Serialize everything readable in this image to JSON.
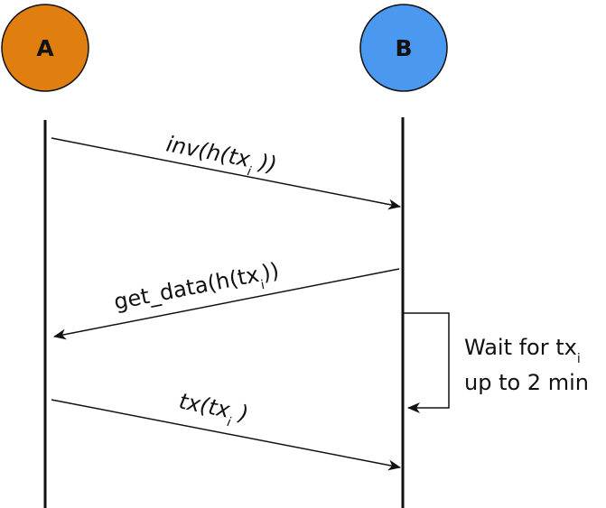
{
  "participants": [
    {
      "id": "A",
      "label": "A",
      "color": "#e07f10"
    },
    {
      "id": "B",
      "label": "B",
      "color": "#4a98ef"
    }
  ],
  "messages": [
    {
      "id": "inv",
      "from": "A",
      "to": "B",
      "prefix": "inv(h(tx",
      "subscript": "i",
      "suffix": " ))",
      "italic": true
    },
    {
      "id": "get_data",
      "from": "B",
      "to": "A",
      "prefix": "get_data(h(tx",
      "subscript": "i",
      "suffix": "))",
      "italic": false
    },
    {
      "id": "tx",
      "from": "A",
      "to": "B",
      "prefix": "tx(tx",
      "subscript": "i",
      "suffix": " )",
      "italic": true
    }
  ],
  "note": {
    "on": "B",
    "line1_prefix": "Wait for tx",
    "line1_subscript": "i",
    "line2": "up to 2 min"
  },
  "colors": {
    "line": "#111111",
    "participant_outline": "#111111"
  }
}
